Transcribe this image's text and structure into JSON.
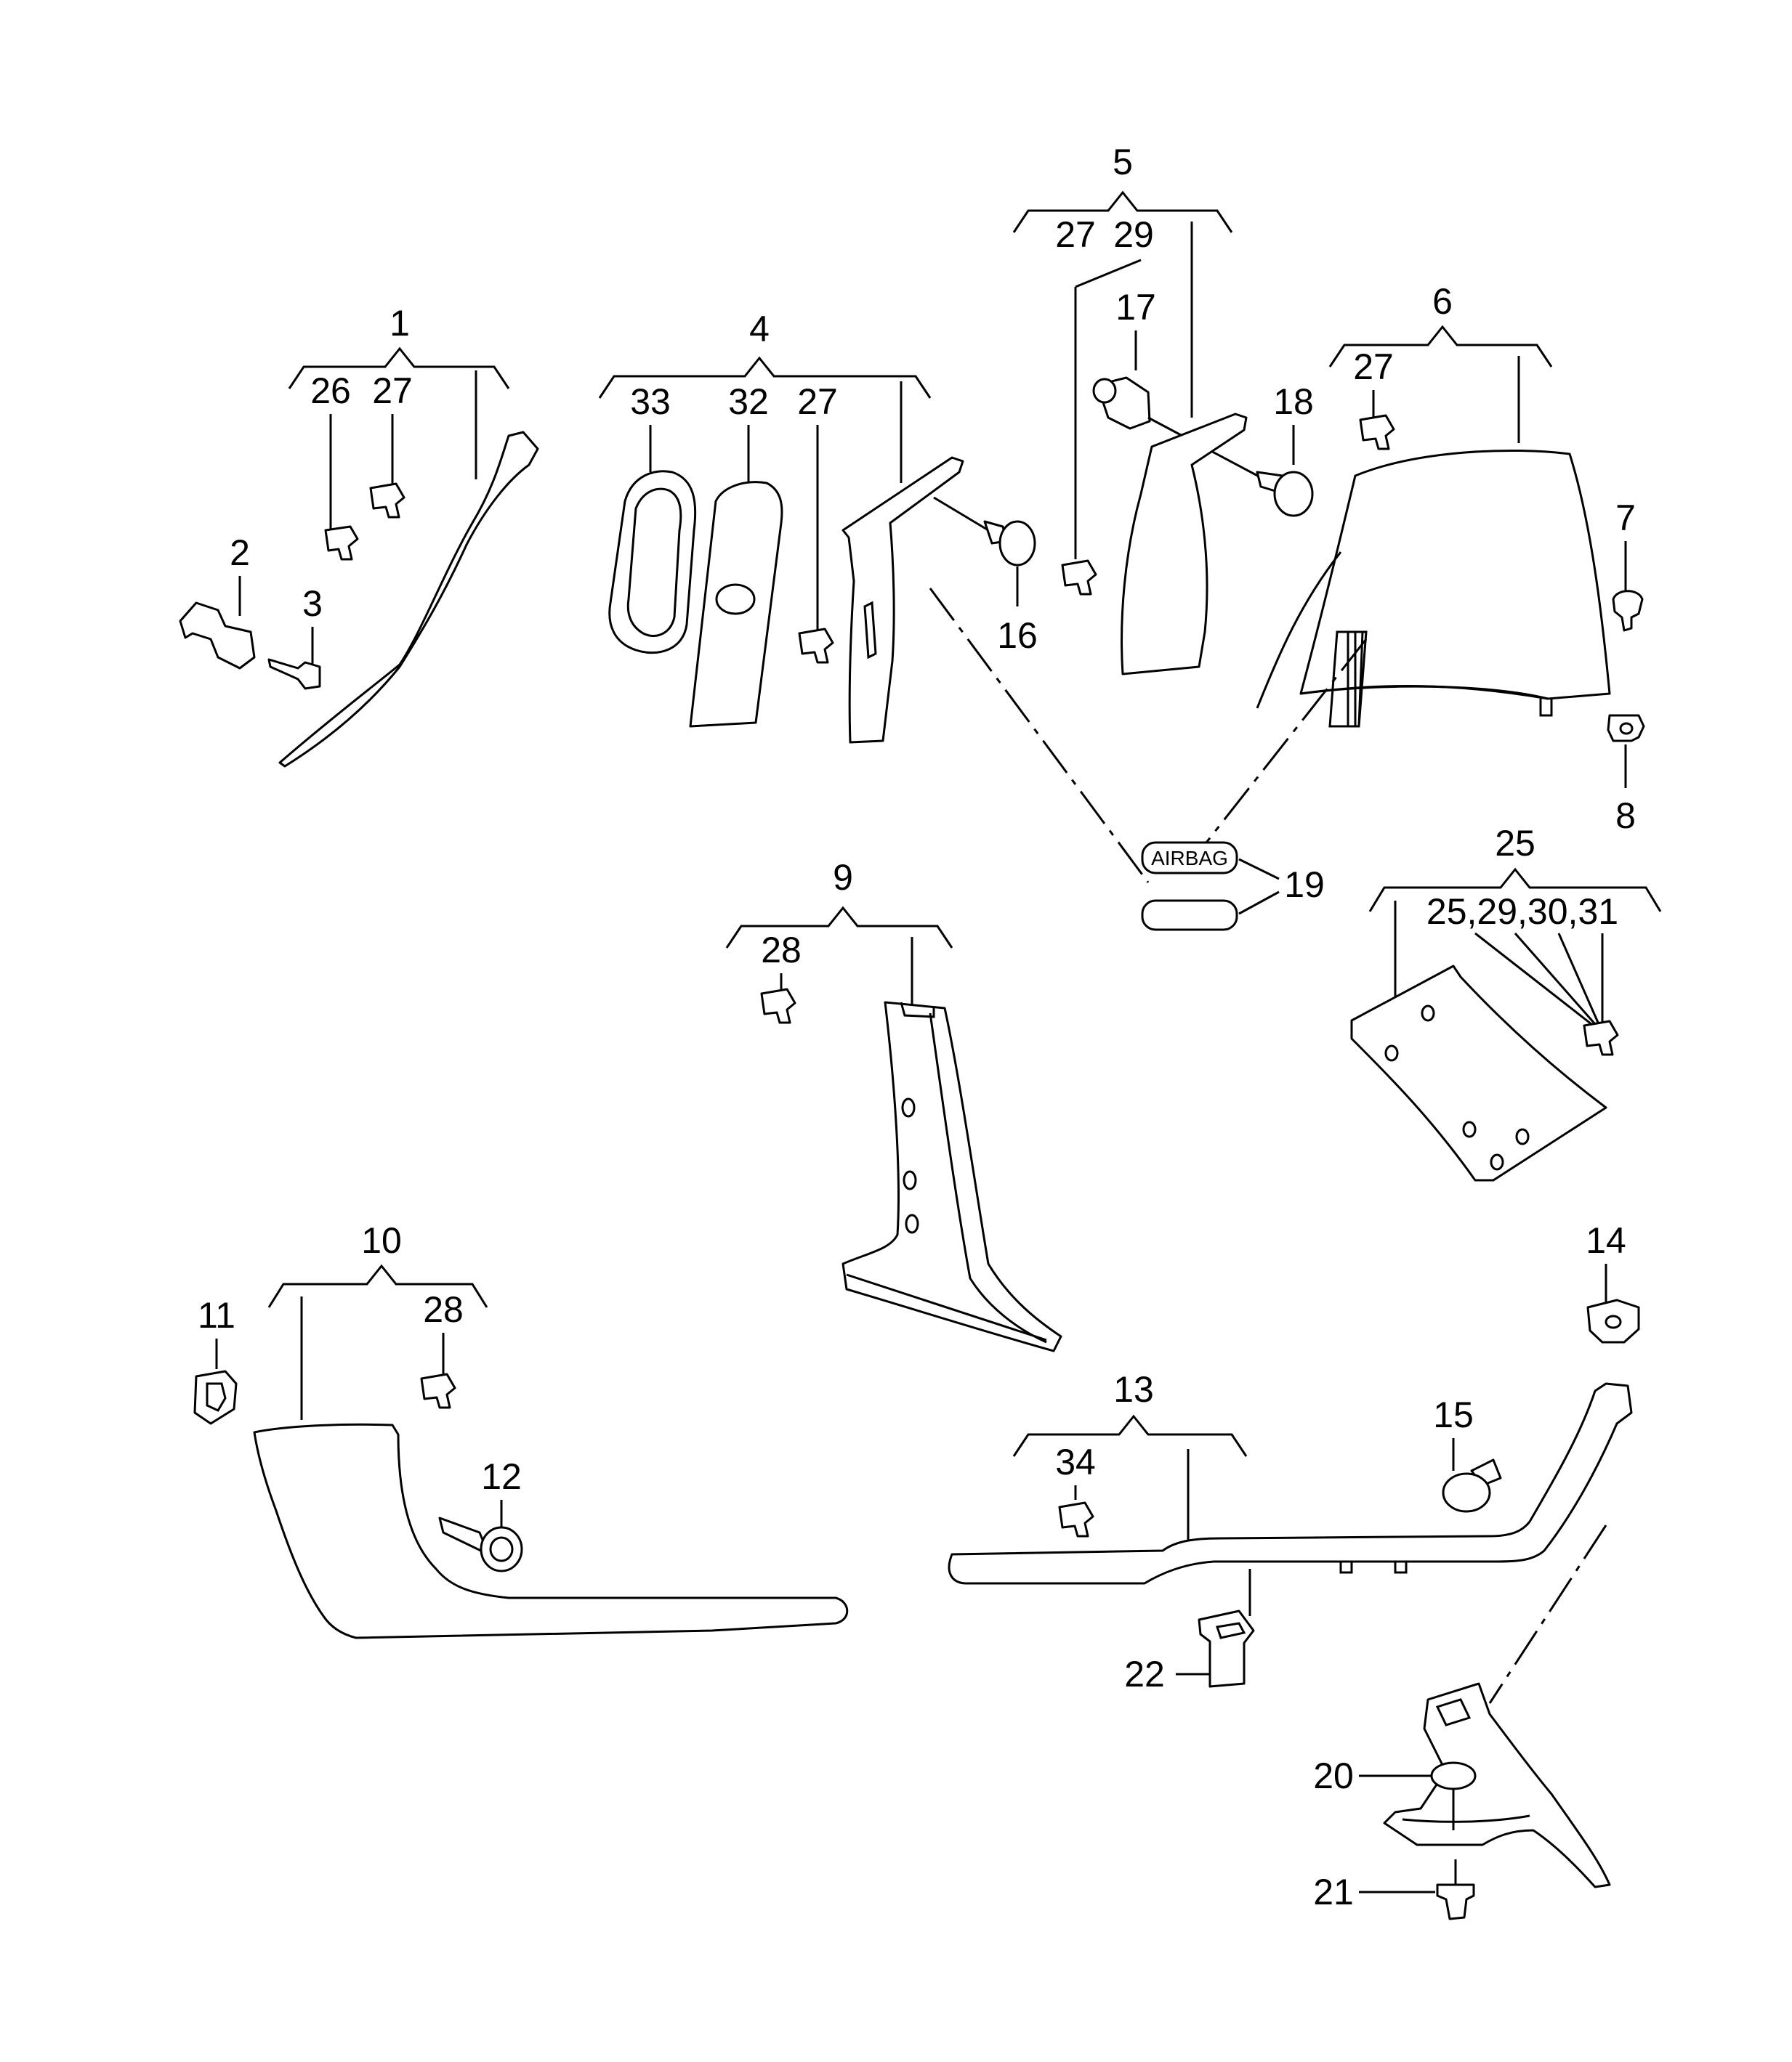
{
  "labels": {
    "g1": "1",
    "l26": "26",
    "l27a": "27",
    "l2": "2",
    "l3": "3",
    "g4": "4",
    "l33": "33",
    "l32": "32",
    "l27b": "27",
    "l16": "16",
    "g5": "5",
    "l27c": "27",
    "l29": "29",
    "l17": "17",
    "l18": "18",
    "g6": "6",
    "l27d": "27",
    "l7": "7",
    "l8": "8",
    "l19": "19",
    "g9": "9",
    "l28a": "28",
    "g25": "25",
    "l25sub": "25,29,30,31",
    "g10": "10",
    "l11": "11",
    "l28b": "28",
    "l12": "12",
    "l14": "14",
    "g13": "13",
    "l34": "34",
    "l15": "15",
    "l22": "22",
    "l20": "20",
    "l21": "21"
  },
  "airbag_tag": "AIRBAG"
}
